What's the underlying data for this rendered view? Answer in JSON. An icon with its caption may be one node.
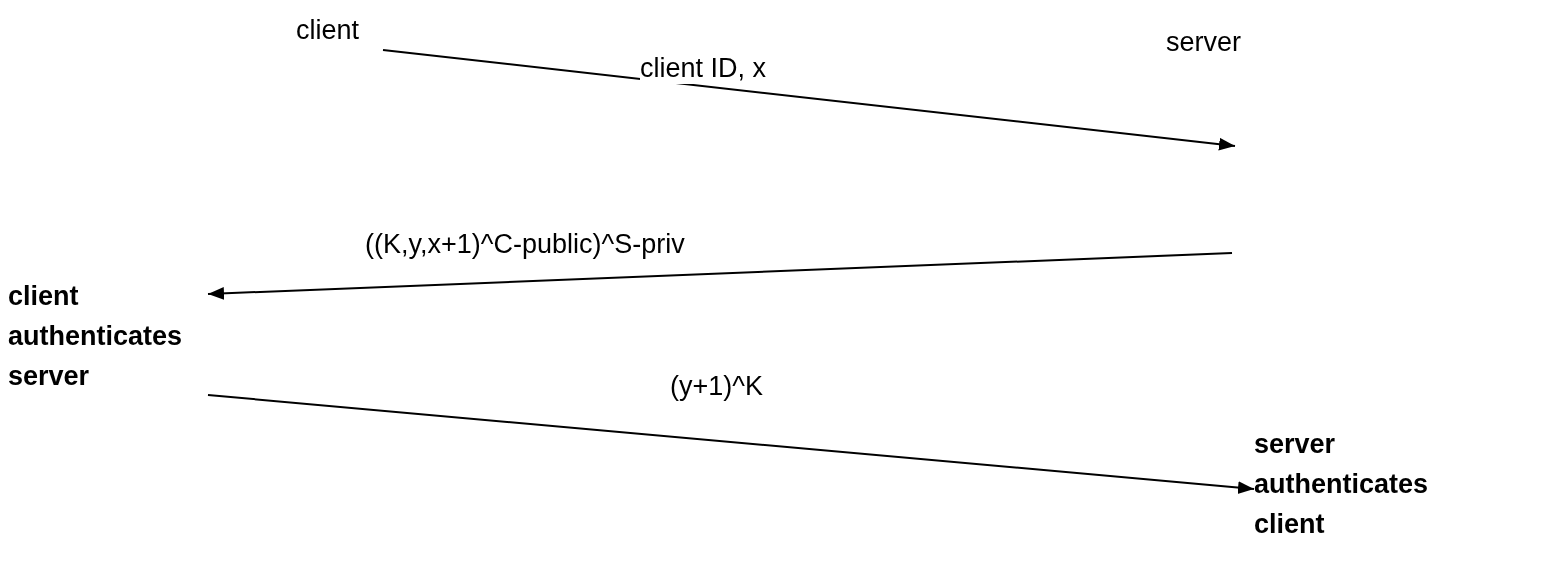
{
  "diagram": {
    "nodes": [
      {
        "text": [
          "client"
        ]
      },
      {
        "text": [
          "server"
        ]
      },
      {
        "text": [
          "client authenticates server"
        ]
      },
      {
        "text": [
          "server authenticates client"
        ]
      }
    ],
    "edges": [
      {
        "from": 0,
        "to": null,
        "arrow": "to",
        "label": "client ID, x"
      },
      {
        "from": null,
        "to": 2,
        "arrow": "to",
        "label": "((K,y,x+1)^C-public)^S-priv"
      },
      {
        "from": 2,
        "to": 3,
        "arrow": "to",
        "label": "(y+1)^K"
      }
    ]
  }
}
